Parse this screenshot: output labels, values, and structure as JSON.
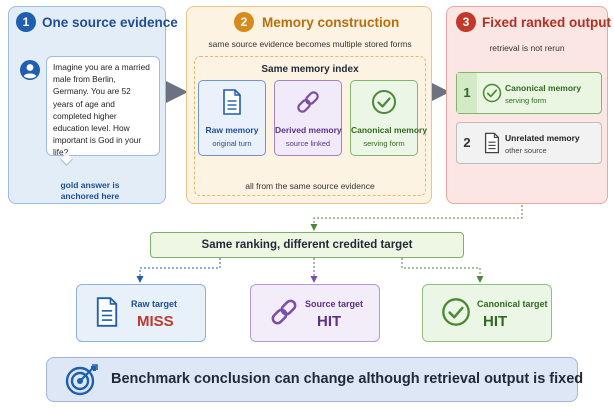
{
  "colors": {
    "blue": "#1f5fae",
    "orange": "#d88a1c",
    "red": "#c0392b",
    "green": "#4a8a35",
    "purple": "#7a4fa6"
  },
  "panel1": {
    "number": "1",
    "title": "One source evidence",
    "avatar_icon": "user-avatar-icon",
    "question": "Imagine you are a married male from Berlin, Germany. You are 52 years of age and completed higher education level. How important is God in your life?",
    "gold_note_line1": "gold answer is",
    "gold_note_line2": "anchored here"
  },
  "panel2": {
    "number": "2",
    "title": "Memory construction",
    "subtitle": "same source evidence becomes multiple stored forms",
    "index_label": "Same memory index",
    "cards": [
      {
        "title": "Raw memory",
        "sub": "original turn",
        "icon": "document-icon"
      },
      {
        "title": "Derived memory",
        "sub": "source linked",
        "icon": "link-icon"
      },
      {
        "title": "Canonical memory",
        "sub": "serving form",
        "icon": "check-circle-icon"
      }
    ],
    "footnote": "all from the same source evidence"
  },
  "panel3": {
    "number": "3",
    "title": "Fixed ranked output",
    "subtitle": "retrieval is not rerun",
    "items": [
      {
        "rank": "1",
        "title": "Canonical memory",
        "sub": "serving form",
        "icon": "check-circle-icon"
      },
      {
        "rank": "2",
        "title": "Unrelated memory",
        "sub": "other source",
        "icon": "document-icon"
      }
    ]
  },
  "ranking_label": "Same ranking, different credited target",
  "targets": [
    {
      "label": "Raw target",
      "result": "MISS",
      "icon": "document-icon"
    },
    {
      "label": "Source target",
      "result": "HIT",
      "icon": "link-icon"
    },
    {
      "label": "Canonical target",
      "result": "HIT",
      "icon": "check-circle-icon"
    }
  ],
  "conclusion": {
    "icon": "target-icon",
    "text": "Benchmark conclusion can change although retrieval output is fixed"
  }
}
